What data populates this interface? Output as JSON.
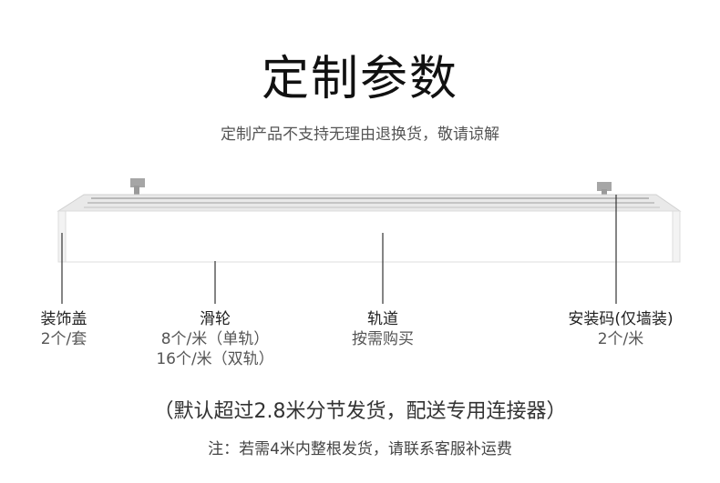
{
  "header": {
    "title": "定制参数",
    "subtitle": "定制产品不支持无理由退换货，敬请谅解"
  },
  "parts": [
    {
      "name": "装饰盖",
      "spec_lines": [
        "2个/套"
      ]
    },
    {
      "name": "滑轮",
      "spec_lines": [
        "8个/米（单轨）",
        "16个/米（双轨）"
      ]
    },
    {
      "name": "轨道",
      "spec_lines": [
        "按需购买"
      ]
    },
    {
      "name": "安装码(仅墙装)",
      "spec_lines": [
        "2个/米"
      ]
    }
  ],
  "footer": {
    "note": "（默认超过2.8米分节发货，配送专用连接器）",
    "subnote": "注：若需4米内整根发货，请联系客服补运费"
  },
  "colors": {
    "rail_face": "#ffffff",
    "rail_edge": "#d8d8d8",
    "rail_track": "#b9b9b9",
    "bracket": "#9a9a9a",
    "leader": "#333333"
  }
}
